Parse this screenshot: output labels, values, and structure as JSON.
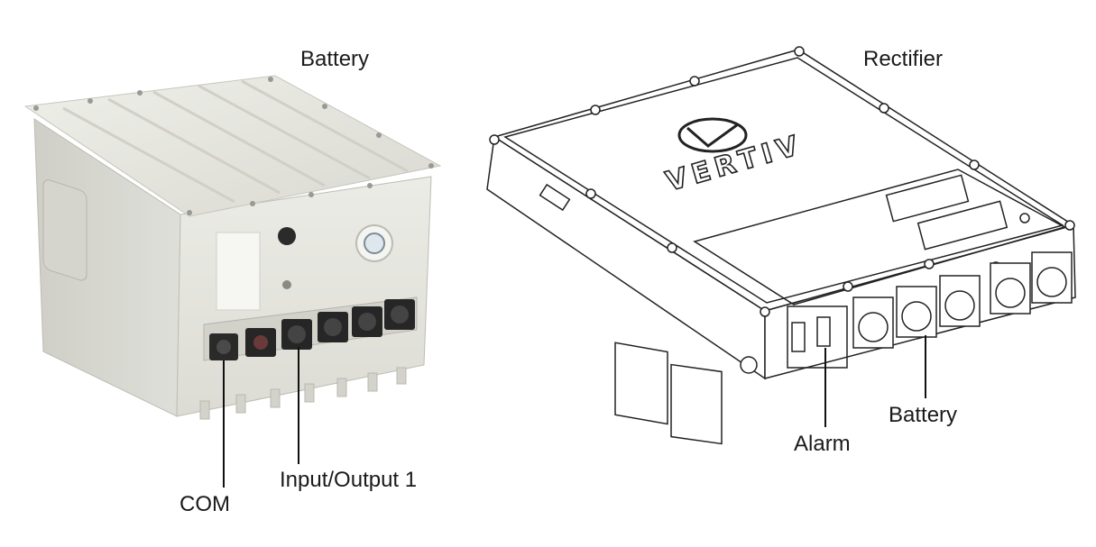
{
  "labels": {
    "battery_title": "Battery",
    "rectifier_title": "Rectifier",
    "com": "COM",
    "input_output_1": "Input/Output 1",
    "alarm": "Alarm",
    "battery_port": "Battery"
  },
  "rectifier_logo_text": "VERTIV",
  "colors": {
    "battery_body": "#e6e6df",
    "connector": "#2a2a2a",
    "line_art": "#222222"
  }
}
